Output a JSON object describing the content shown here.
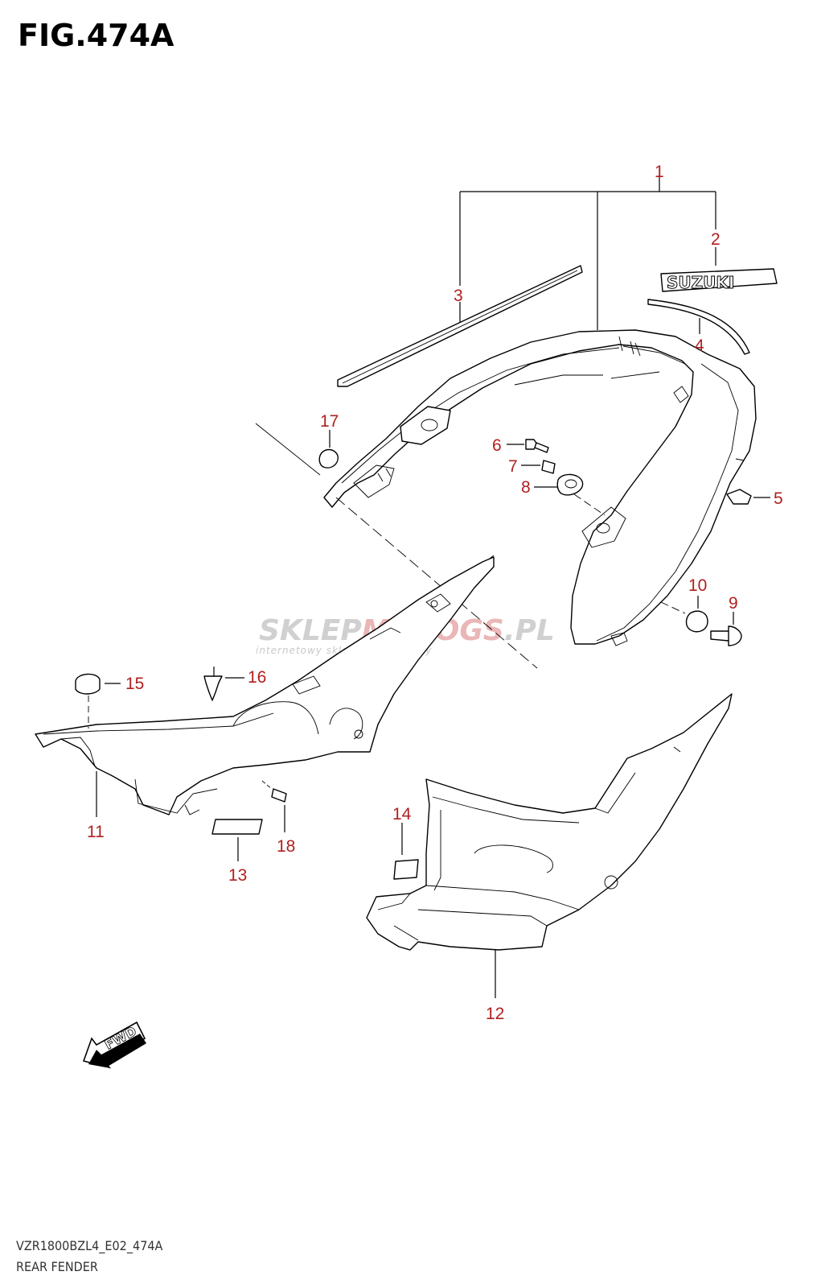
{
  "figure": {
    "title": "FIG.474A",
    "model_code": "VZR1800BZL4_E02_474A",
    "section_name": "REAR FENDER"
  },
  "watermark": {
    "part1": "SKLEP",
    "part2": "MOTO",
    "part3": "GS",
    "part4": ".PL",
    "tagline": "internetowy sklep motocyklowy"
  },
  "decal_text": "SUZUKI",
  "fwd_label": "FWD",
  "callouts": [
    "1",
    "2",
    "3",
    "4",
    "5",
    "6",
    "7",
    "8",
    "9",
    "10",
    "11",
    "12",
    "13",
    "14",
    "15",
    "16",
    "17",
    "18"
  ],
  "colors": {
    "callout": "#b02020",
    "line": "#000000",
    "watermark_gray": "#c8c8c8",
    "watermark_red": "#e8b0b0"
  }
}
